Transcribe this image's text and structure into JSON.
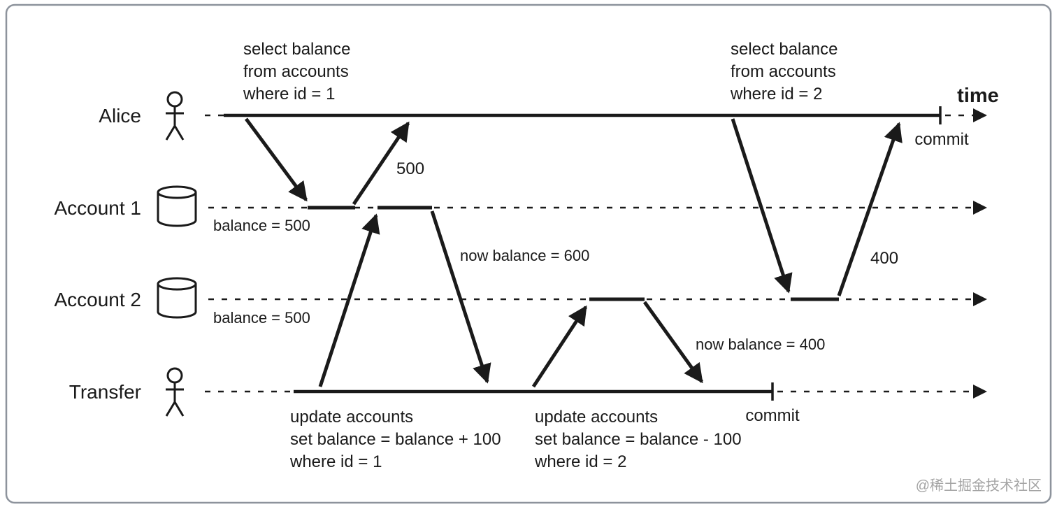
{
  "page": {
    "background": "#ffffff",
    "border_color": "#8d939c",
    "ink_color": "#1a1a1a",
    "watermark_color": "#a3a3a3"
  },
  "watermark": "@稀土掘金技术社区",
  "diagram": {
    "time_label": "time",
    "lanes": {
      "alice": {
        "label": "Alice",
        "icon": "person"
      },
      "account1": {
        "label": "Account 1",
        "icon": "database"
      },
      "account2": {
        "label": "Account 2",
        "icon": "database"
      },
      "transfer": {
        "label": "Transfer",
        "icon": "person"
      }
    },
    "commits": {
      "alice": "commit",
      "transfer": "commit"
    },
    "queries": {
      "select_1": {
        "lines": [
          "select balance",
          "from accounts",
          "where id = 1"
        ]
      },
      "select_2": {
        "lines": [
          "select balance",
          "from accounts",
          "where id = 2"
        ]
      },
      "update_1": {
        "lines": [
          "update accounts",
          "set balance = balance + 100",
          "where id = 1"
        ]
      },
      "update_2": {
        "lines": [
          "update accounts",
          "set balance = balance - 100",
          "where id = 2"
        ]
      }
    },
    "results": {
      "select_1": "500",
      "select_2": "400"
    },
    "balances": {
      "account1_initial": "balance = 500",
      "account2_initial": "balance = 500",
      "account1_after": "now balance = 600",
      "account2_after": "now balance = 400"
    }
  }
}
